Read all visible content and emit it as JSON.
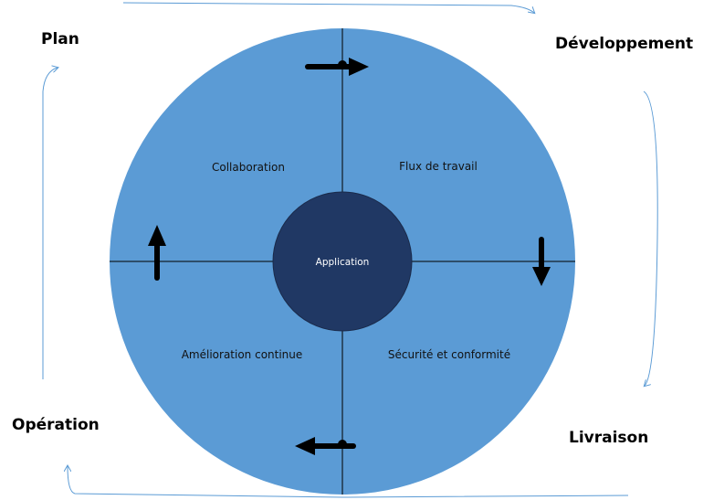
{
  "phases": {
    "plan": "Plan",
    "development": "Développement",
    "delivery": "Livraison",
    "operation": "Opération"
  },
  "quadrants": {
    "top_left": "Collaboration",
    "top_right": "Flux de travail",
    "bottom_right": "Sécurité et conformité",
    "bottom_left": "Amélioration continue"
  },
  "center": "Application",
  "colors": {
    "outer_circle": "#5b9bd5",
    "inner_circle": "#203864",
    "cycle_arrows": "#5b9bd5"
  }
}
